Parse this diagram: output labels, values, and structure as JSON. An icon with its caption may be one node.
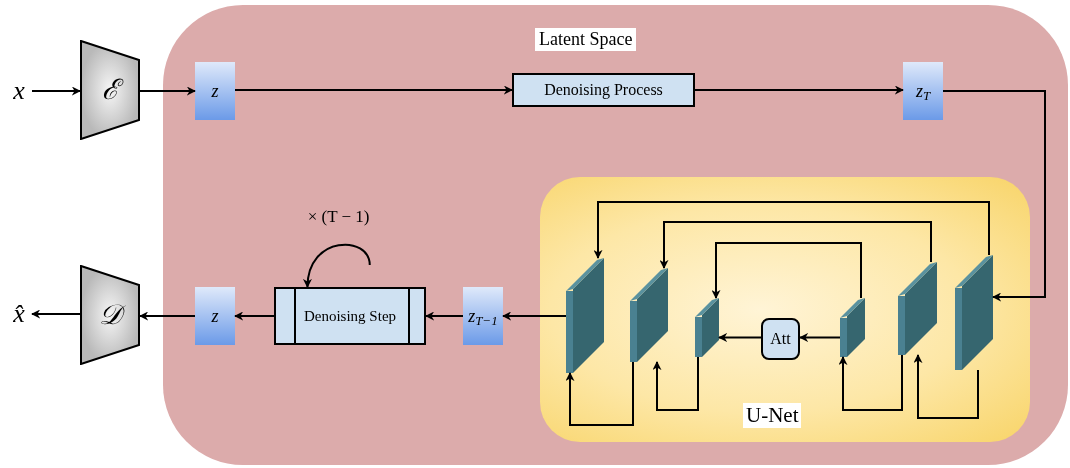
{
  "diagram": {
    "nodes": [
      {
        "text": [
          "x"
        ]
      },
      {
        "text": [
          "ℰ"
        ]
      },
      {
        "text": [
          "Latent Space"
        ]
      },
      {
        "text": [
          "z"
        ],
        "in": 2
      },
      {
        "text": [
          "Denoising Process"
        ],
        "in": 2
      },
      {
        "text": [
          "z$_{T}$"
        ],
        "in": 2
      },
      {
        "text": [
          "x̂"
        ]
      },
      {
        "text": [
          "𝒟"
        ]
      },
      {
        "text": [
          "z"
        ],
        "in": 2
      },
      {
        "text": [
          "Denoising Step"
        ],
        "in": 2
      },
      {
        "text": [
          "z$_{T−1}$"
        ],
        "in": 2
      },
      {
        "text": [
          "U-Net"
        ],
        "in": 2
      },
      {
        "text": [],
        "shape": "box",
        "in": 11
      },
      {
        "text": [],
        "shape": "box",
        "in": 11
      },
      {
        "text": [],
        "shape": "box",
        "in": 11
      },
      {
        "text": [
          "Att"
        ],
        "in": 11
      },
      {
        "text": [],
        "shape": "box",
        "in": 11
      },
      {
        "text": [],
        "shape": "box",
        "in": 11
      },
      {
        "text": [],
        "shape": "box",
        "in": 11
      }
    ],
    "edges": [
      {
        "from": 0,
        "to": 1,
        "arrow": "to"
      },
      {
        "from": 1,
        "to": 3,
        "arrow": "to"
      },
      {
        "from": 3,
        "to": 4,
        "arrow": "to"
      },
      {
        "from": 4,
        "to": 5,
        "arrow": "to"
      },
      {
        "from": 5,
        "to": 18,
        "arrow": "to"
      },
      {
        "from": 18,
        "to": 17,
        "arrow": "to"
      },
      {
        "from": 17,
        "to": 16,
        "arrow": "to"
      },
      {
        "from": 16,
        "to": 15,
        "arrow": "to"
      },
      {
        "from": 15,
        "to": 14,
        "arrow": "to"
      },
      {
        "from": 14,
        "to": 13,
        "arrow": "to"
      },
      {
        "from": 13,
        "to": 12,
        "arrow": "to"
      },
      {
        "from": 18,
        "to": 12,
        "arrow": "to"
      },
      {
        "from": 17,
        "to": 13,
        "arrow": "to"
      },
      {
        "from": 16,
        "to": 14,
        "arrow": "to"
      },
      {
        "from": 12,
        "to": 10,
        "arrow": "to"
      },
      {
        "from": 10,
        "to": 9,
        "arrow": "to"
      },
      {
        "from": 9,
        "to": 9,
        "arrow": "to",
        "label": "× (T − 1)"
      },
      {
        "from": 9,
        "to": 8,
        "arrow": "to"
      },
      {
        "from": 8,
        "to": 7,
        "arrow": "to"
      },
      {
        "from": 7,
        "to": 6,
        "arrow": "to"
      }
    ]
  }
}
